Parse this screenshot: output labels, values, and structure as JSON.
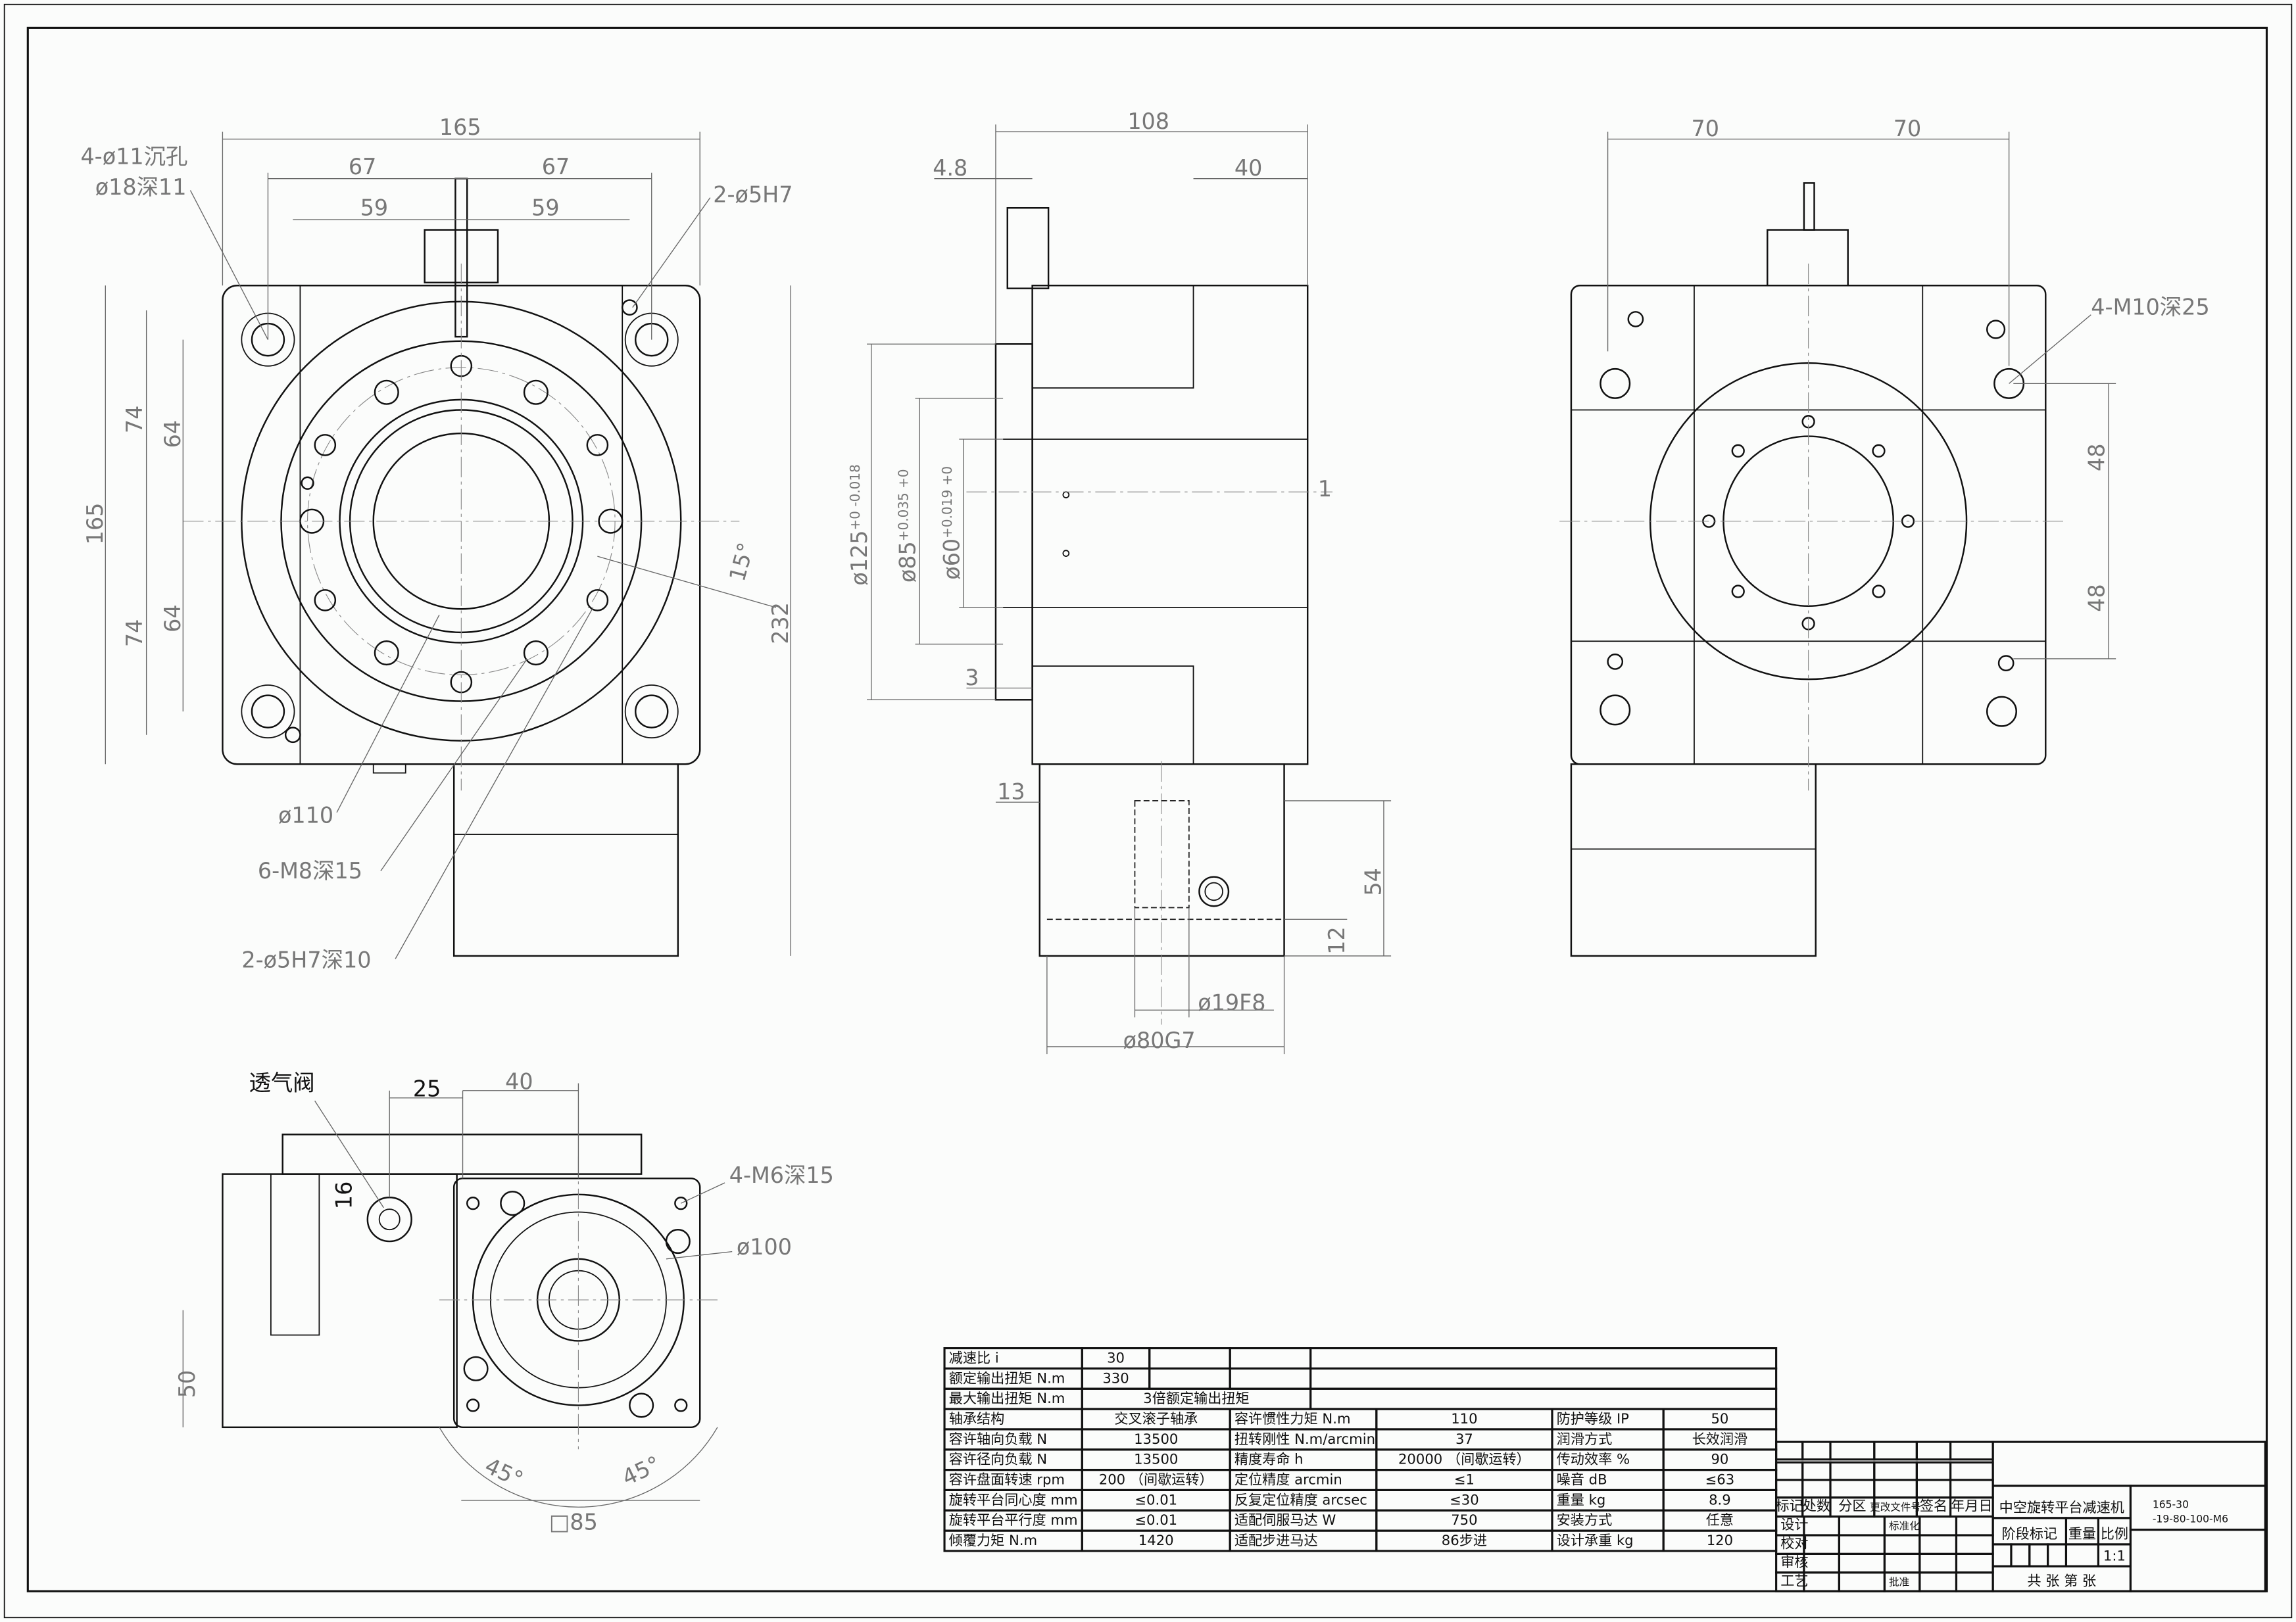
{
  "front_view": {
    "dims": {
      "width_165": "165",
      "half_67_left": "67",
      "half_67_right": "67",
      "half_59_left": "59",
      "half_59_right": "59",
      "counterbore": "4-ø11沉孔",
      "counterbore_depth": "ø18深11",
      "pin_holes": "2-ø5H7",
      "v74_top": "74",
      "v64_top": "64",
      "height_165": "165",
      "v74_bottom": "74",
      "v64_bottom": "64",
      "height_232": "232",
      "angle_15": "15°",
      "dia_110": "ø110",
      "thread_m8": "6-M8深15",
      "pin_holes_depth": "2-ø5H7深10"
    }
  },
  "side_view": {
    "dims": {
      "length_108": "108",
      "offset_4_8": "4.8",
      "length_40": "40",
      "dia_125": "ø125",
      "tol_125": "+0 -0.018",
      "dia_85": "ø85",
      "tol_85": "+0.035 +0",
      "dia_60": "ø60",
      "tol_60": "+0.019 +0",
      "gap_1": "1",
      "gap_3": "3",
      "gap_13": "13",
      "height_54": "54",
      "height_12": "12",
      "dia_19f8": "ø19F8",
      "dia_80g7": "ø80G7"
    }
  },
  "rear_view": {
    "dims": {
      "half_70_left": "70",
      "half_70_right": "70",
      "thread_m10": "4-M10深25",
      "v48_top": "48",
      "v48_bottom": "48"
    }
  },
  "bottom_view": {
    "dims": {
      "vent_valve": "透气阀",
      "offset_25": "25",
      "offset_40": "40",
      "size_16": "16",
      "thread_m6": "4-M6深15",
      "dia_100": "ø100",
      "height_50": "50",
      "angle_45_left": "45°",
      "angle_45_right": "45°",
      "square_85": "□85"
    }
  },
  "spec_table": {
    "top_rows": [
      [
        "减速比 i",
        "30"
      ],
      [
        "额定输出扭矩 N.m",
        "330"
      ]
    ],
    "max_torque": [
      "最大输出扭矩 N.m",
      "3倍额定输出扭矩"
    ],
    "rows": [
      [
        "轴承结构",
        "交叉滚子轴承",
        "容许惯性力矩 N.m",
        "110",
        "防护等级 IP",
        "50"
      ],
      [
        "容许轴向负载 N",
        "13500",
        "扭转刚性 N.m/arcmin",
        "37",
        "润滑方式",
        "长效润滑"
      ],
      [
        "容许径向负载 N",
        "13500",
        "精度寿命 h",
        "20000 （间歇运转）",
        "传动效率 %",
        "90"
      ],
      [
        "容许盘面转速 rpm",
        "200 （间歇运转）",
        "定位精度 arcmin",
        "≤1",
        "噪音 dB",
        "≤63"
      ],
      [
        "旋转平台同心度 mm",
        "≤0.01",
        "反复定位精度 arcsec",
        "≤30",
        "重量 kg",
        "8.9"
      ],
      [
        "旋转平台平行度 mm",
        "≤0.01",
        "适配伺服马达 W",
        "750",
        "安装方式",
        "任意"
      ],
      [
        "倾覆力矩 N.m",
        "1420",
        "适配步进马达",
        "86步进",
        "设计承重 kg",
        "120"
      ]
    ]
  },
  "title_block": {
    "header": [
      "标记",
      "处数",
      "分区",
      "更改文件号",
      "签名",
      "年月日"
    ],
    "roles": [
      "设计",
      "校对",
      "审核",
      "工艺"
    ],
    "standardization": "标准化",
    "approval": "批准",
    "product_name": "中空旋转平台减速机",
    "drawing_code_1": "165-30",
    "drawing_code_2": "-19-80-100-M6",
    "stage_mark": "阶段标记",
    "weight": "重量",
    "scale_label": "比例",
    "scale": "1:1",
    "sheets": "共  张 第  张"
  }
}
